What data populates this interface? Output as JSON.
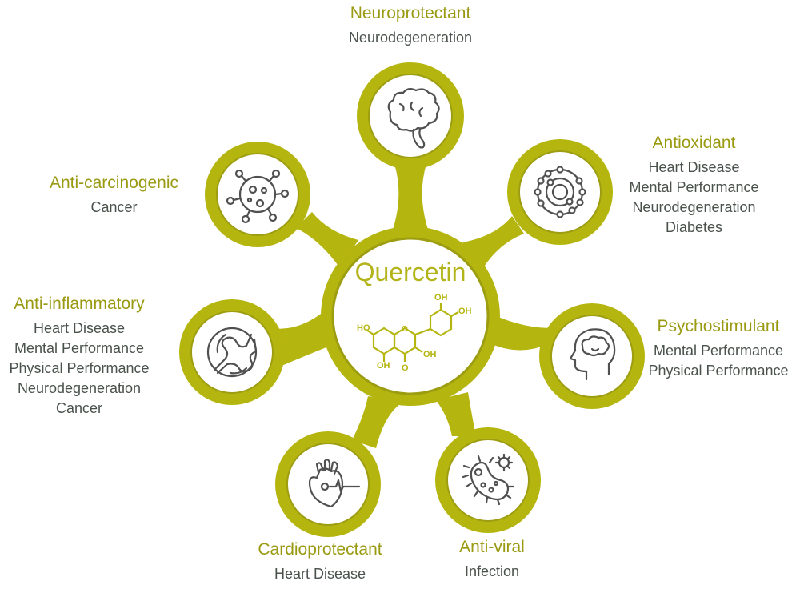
{
  "center": {
    "title": "Quercetin",
    "molecule_labels": [
      "HO",
      "OH",
      "OH",
      "OH",
      "OH",
      "O"
    ]
  },
  "colors": {
    "ring": "#b5b50f",
    "ring_dark": "#9d9d12",
    "title_text": "#9a9a12",
    "item_text": "#4a524c",
    "icon_stroke": "#505050"
  },
  "nodes": [
    {
      "id": "neuroprotectant",
      "title": "Neuroprotectant",
      "icon": "brain-icon",
      "items": [
        "Neurodegeneration"
      ]
    },
    {
      "id": "antioxidant",
      "title": "Antioxidant",
      "icon": "atom-icon",
      "items": [
        "Heart Disease",
        "Mental Performance",
        "Neurodegeneration",
        "Diabetes"
      ]
    },
    {
      "id": "psychostimulant",
      "title": "Psychostimulant",
      "icon": "head-brain-icon",
      "items": [
        "Mental Performance",
        "Physical Performance"
      ]
    },
    {
      "id": "anti-viral",
      "title": "Anti-viral",
      "icon": "bacteria-icon",
      "items": [
        "Infection"
      ]
    },
    {
      "id": "cardioprotectant",
      "title": "Cardioprotectant",
      "icon": "heart-icon",
      "items": [
        "Heart Disease"
      ]
    },
    {
      "id": "anti-inflammatory",
      "title": "Anti-inflammatory",
      "icon": "joint-icon",
      "items": [
        "Heart Disease",
        "Mental Performance",
        "Physical Performance",
        "Neurodegeneration",
        "Cancer"
      ]
    },
    {
      "id": "anti-carcinogenic",
      "title": "Anti-carcinogenic",
      "icon": "cancer-cell-icon",
      "items": [
        "Cancer"
      ]
    }
  ]
}
